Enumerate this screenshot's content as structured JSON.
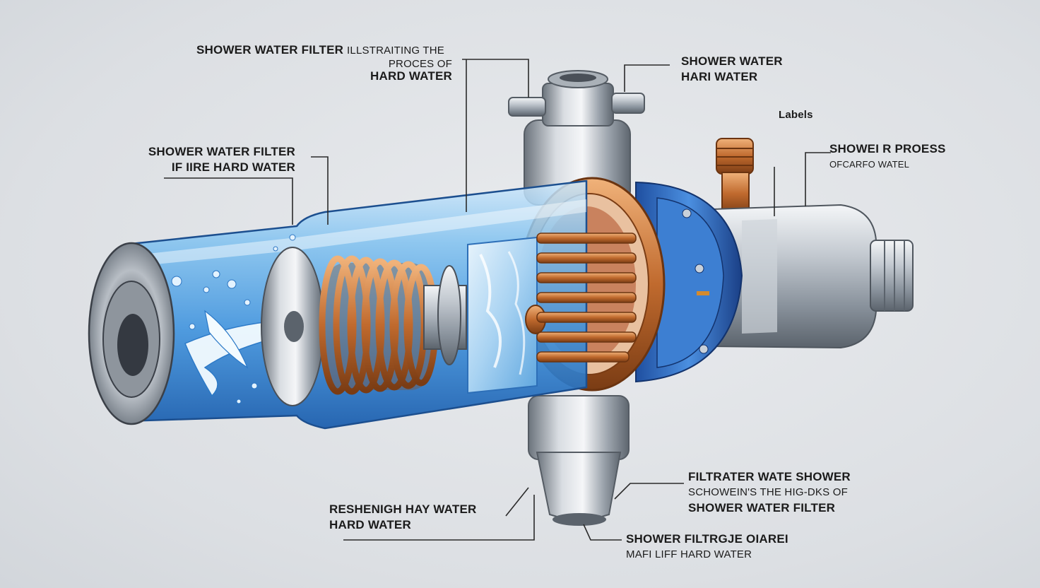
{
  "labels": {
    "top_left": {
      "line1": "SHOWER WATER FILTER",
      "line1b": "ILLSTRAITING THE",
      "line2": "PROCES OF",
      "line3": "HARD WATER"
    },
    "top_right": {
      "line1": "SHOWER  WATER",
      "line2": "HARI WATER"
    },
    "labels_tag": "Labels",
    "right_mid": {
      "line1": "SHOWEI R PROESS",
      "line2": "OFCARFO WATEL"
    },
    "left_mid": {
      "line1": "SHOWER WATER FILTER",
      "line2": "IF IIRE HARD WATER"
    },
    "bottom_left": {
      "line1": "RESHENIGH HAY WATER",
      "line2": "HARD WATER"
    },
    "bottom_right": {
      "line1": "FILTRATER WATE SHOWER",
      "line2": "SCHOWEIN'S THE HIG-DKS OF",
      "line3": "SHOWER WATER FILTER"
    },
    "bottom_center": {
      "line1": "SHOWER FILTRGJE OIAREI",
      "line2": "MAFI LIFF HARD WATER"
    }
  },
  "colors": {
    "background": "#dfe2e6",
    "glass_blue": "#4aa3e8",
    "copper": "#c8743a",
    "steel": "#9aa3ad",
    "leader_line": "#2a2a2a"
  }
}
